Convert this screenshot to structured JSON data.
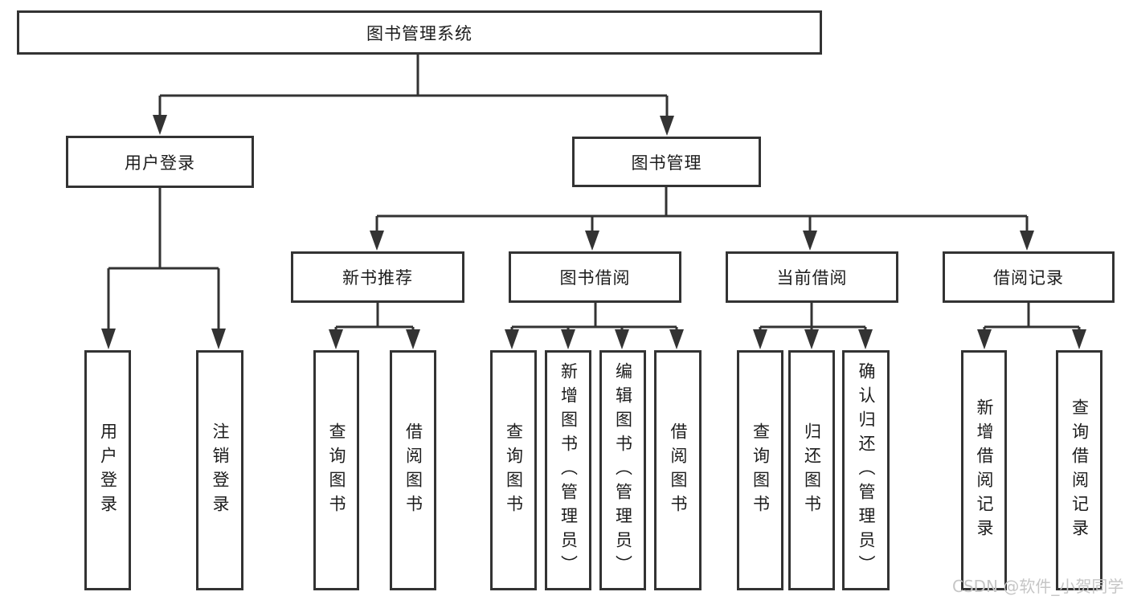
{
  "tree": {
    "label": "图书管理系统",
    "children": [
      {
        "label": "用户登录",
        "children": [
          {
            "label": "用户登录"
          },
          {
            "label": "注销登录"
          }
        ]
      },
      {
        "label": "图书管理",
        "children": [
          {
            "label": "新书推荐",
            "children": [
              {
                "label": "查询图书"
              },
              {
                "label": "借阅图书"
              }
            ]
          },
          {
            "label": "图书借阅",
            "children": [
              {
                "label": "查询图书"
              },
              {
                "label": "新增图书（管理员）"
              },
              {
                "label": "编辑图书（管理员）"
              },
              {
                "label": "借阅图书"
              }
            ]
          },
          {
            "label": "当前借阅",
            "children": [
              {
                "label": "查询图书"
              },
              {
                "label": "归还图书"
              },
              {
                "label": "确认归还（管理员）"
              }
            ]
          },
          {
            "label": "借阅记录",
            "children": [
              {
                "label": "新增借阅记录"
              },
              {
                "label": "查询借阅记录"
              }
            ]
          }
        ]
      }
    ]
  },
  "watermark": {
    "text": "CSDN @软件_小贺同学"
  },
  "colors": {
    "line": "#333333",
    "text": "#1c1c1c",
    "watermark": "#c6c6c6",
    "background": "#ffffff"
  }
}
